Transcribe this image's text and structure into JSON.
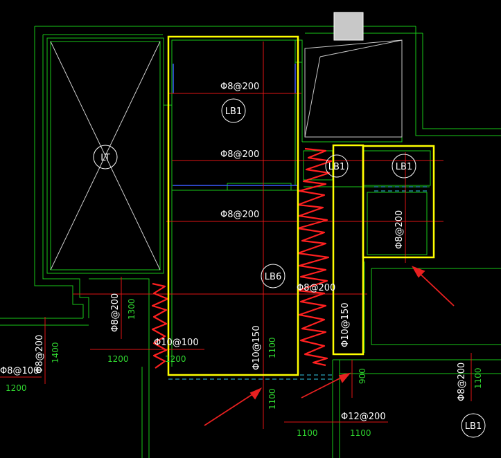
{
  "colors": {
    "background": "#000000",
    "wall": "#19c819",
    "highlight": "#ffff00",
    "axis": "#e01515",
    "rebar_text": "#ffffff",
    "dim_text": "#2fd42f",
    "slab_line": "#3a5cff",
    "dashed": "#35c9e6",
    "annotation": "#e82020"
  },
  "slab_tags": [
    "LT",
    "LB1",
    "LB1",
    "LB1",
    "LB6",
    "LB1"
  ],
  "rebar_labels": [
    "Φ8@200",
    "Φ8@200",
    "Φ8@200",
    "Φ8@200",
    "Φ8@200",
    "Φ8@200",
    "Φ10@100",
    "Φ10@150",
    "Φ10@150",
    "Φ8@200",
    "Φ8@100",
    "Φ8@200",
    "Φ12@200"
  ],
  "dimensions": [
    "1300",
    "1200",
    "1200",
    "1400",
    "1200",
    "1100",
    "1100",
    "900",
    "1100",
    "1100",
    "1100"
  ]
}
